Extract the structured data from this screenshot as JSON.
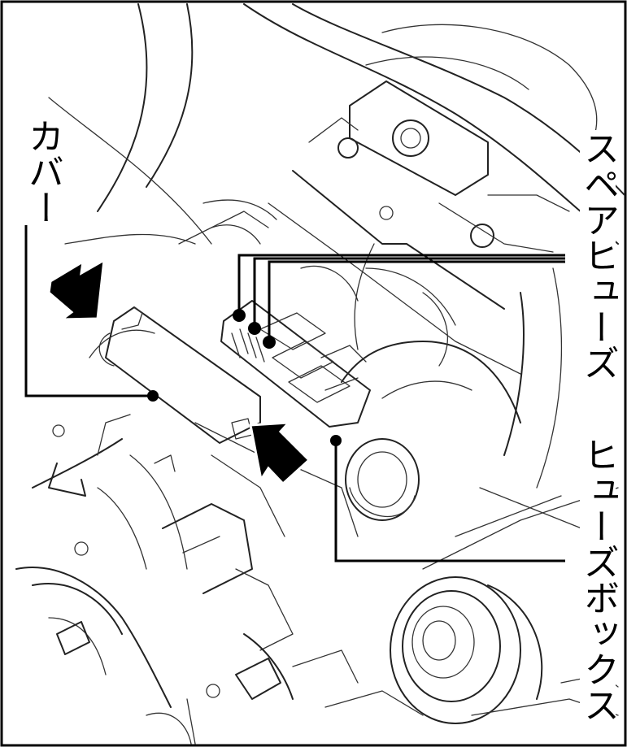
{
  "labels": {
    "cover": "カバー",
    "spare_fuse": "スペアヒューズ",
    "fuse_box": "ヒューズボックス"
  },
  "colors": {
    "line": "#222222",
    "background": "#ffffff",
    "arrow": "#000000"
  },
  "icons": [
    "push-arrow-icon"
  ]
}
